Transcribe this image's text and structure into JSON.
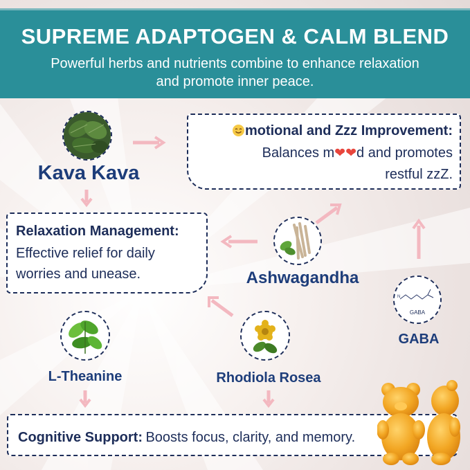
{
  "header": {
    "title": "SUPREME ADAPTOGEN & CALM BLEND",
    "subtitle_line1": "Powerful herbs and nutrients combine to enhance relaxation",
    "subtitle_line2": "and promote inner peace."
  },
  "emotional": {
    "title": "motional and Zzz Improvement:",
    "line1_a": "Balances m",
    "line1_b": "d and promotes",
    "line2": "restful zzZ."
  },
  "relaxation": {
    "title": "Relaxation Management:",
    "line1": "Effective relief for daily",
    "line2": "worries and unease."
  },
  "cognitive": {
    "title": "Cognitive Support:",
    "text": "Boosts focus, clarity, and memory."
  },
  "herbs": {
    "kava": "Kava Kava",
    "ashwagandha": "Ashwagandha",
    "gaba": "GABA",
    "gaba_molecule": "GABA",
    "ltheanine": "L-Theanine",
    "rhodiola": "Rhodiola Rosea"
  },
  "icons": [
    "smile-icon",
    "heart-icon",
    "arrow-icon",
    "leaf-icon",
    "root-icon",
    "molecule-icon",
    "flower-icon",
    "gummy-bear-icon"
  ],
  "colors": {
    "header": "#2a8f99",
    "navy": "#1d2d59",
    "arrow": "#f3b8c0",
    "heart": "#e8453c"
  }
}
